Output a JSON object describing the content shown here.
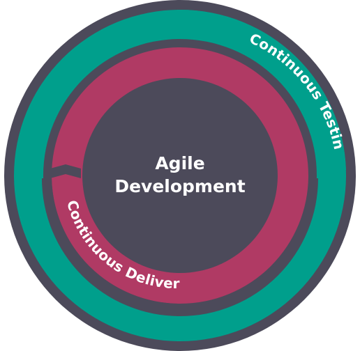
{
  "diagram": {
    "center_line1": "Agile",
    "center_line2": "Development",
    "outer_ring_label": "Continuous Testing",
    "middle_ring_label": "Continuous Delivery"
  },
  "colors": {
    "outer_ring": "#009f8c",
    "middle_ring": "#b03a64",
    "core": "#4c4a5a",
    "border": "#4c4a5a",
    "text": "#ffffff"
  }
}
